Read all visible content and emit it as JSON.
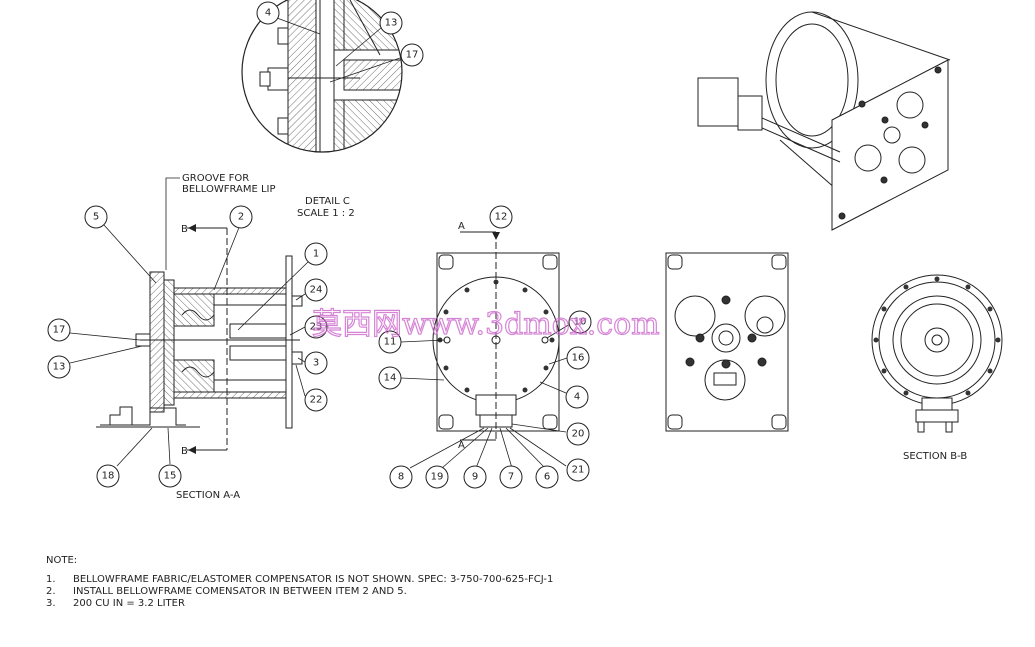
{
  "drawing": {
    "detail_title": "DETAIL C",
    "detail_scale": "SCALE 1 : 2",
    "groove_label_line1": "GROOVE FOR",
    "groove_label_line2": "BELLOWFRAME LIP",
    "section_aa": "SECTION A-A",
    "section_bb": "SECTION B-B",
    "cut_letters": {
      "a_top": "A",
      "a_bottom": "A",
      "b_top": "B",
      "b_bottom": "B"
    },
    "watermark": "莫西网www.3dmox.com"
  },
  "balloons": {
    "detail": [
      "4",
      "13",
      "17"
    ],
    "section_aa": [
      "5",
      "2",
      "1",
      "24",
      "23",
      "3",
      "22",
      "17",
      "13",
      "18",
      "15"
    ],
    "front_view": [
      "12",
      "11",
      "10",
      "16",
      "14",
      "4",
      "20",
      "21",
      "8",
      "19",
      "9",
      "7",
      "6"
    ]
  },
  "notes": {
    "heading": "NOTE:",
    "items": [
      {
        "num": "1.",
        "text": "BELLOWFRAME FABRIC/ELASTOMER COMPENSATOR IS NOT SHOWN. SPEC: 3-750-700-625-FCJ-1"
      },
      {
        "num": "2.",
        "text": "INSTALL BELLOWFRAME COMENSATOR IN BETWEEN ITEM 2 AND 5."
      },
      {
        "num": "3.",
        "text": "200 CU IN = 3.2 LITER"
      }
    ]
  }
}
